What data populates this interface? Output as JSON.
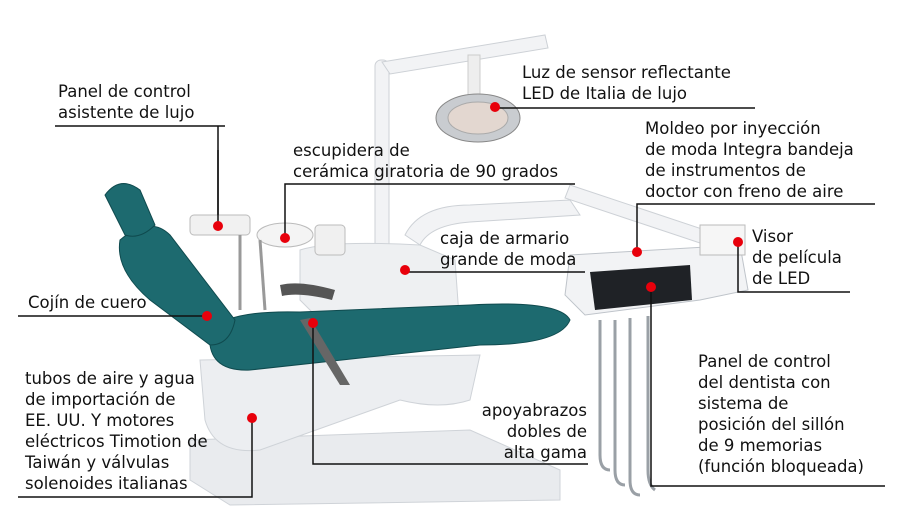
{
  "title": "Sillón dental con anotaciones",
  "callouts": [
    {
      "id": "assistant-panel",
      "lines": [
        "Panel de control",
        "asistente de lujo"
      ]
    },
    {
      "id": "spittoon",
      "lines": [
        "escupidera de",
        "cerámica giratoria de 90 grados"
      ]
    },
    {
      "id": "led-light",
      "lines": [
        "Luz de sensor reflectante",
        "LED de Italia de lujo"
      ]
    },
    {
      "id": "instrument-tray",
      "lines": [
        "Moldeo por inyección",
        "de moda Integra bandeja",
        "de instrumentos de",
        "doctor con freno de aire"
      ]
    },
    {
      "id": "film-viewer",
      "lines": [
        "Visor",
        "de película",
        "de LED"
      ]
    },
    {
      "id": "cabinet",
      "lines": [
        "caja de armario",
        "grande de moda"
      ]
    },
    {
      "id": "cushion",
      "lines": [
        "Cojín de cuero"
      ]
    },
    {
      "id": "tubes-motors",
      "lines": [
        "tubos de aire y agua",
        "de importación de",
        "EE. UU. Y motores",
        "eléctricos Timotion de",
        "Taiwán y válvulas",
        "solenoides italianas"
      ]
    },
    {
      "id": "armrests",
      "lines": [
        "apoyabrazos",
        "dobles de",
        "alta gama"
      ]
    },
    {
      "id": "dentist-panel",
      "lines": [
        "Panel de control",
        "del dentista con",
        "sistema de",
        "posición del sillón",
        "de 9 memorias",
        "(función bloqueada)"
      ]
    }
  ],
  "colors": {
    "upholstery": "#1d6a6f",
    "marker": "#e8000b",
    "line": "#111111",
    "body": "#eef0f2"
  }
}
